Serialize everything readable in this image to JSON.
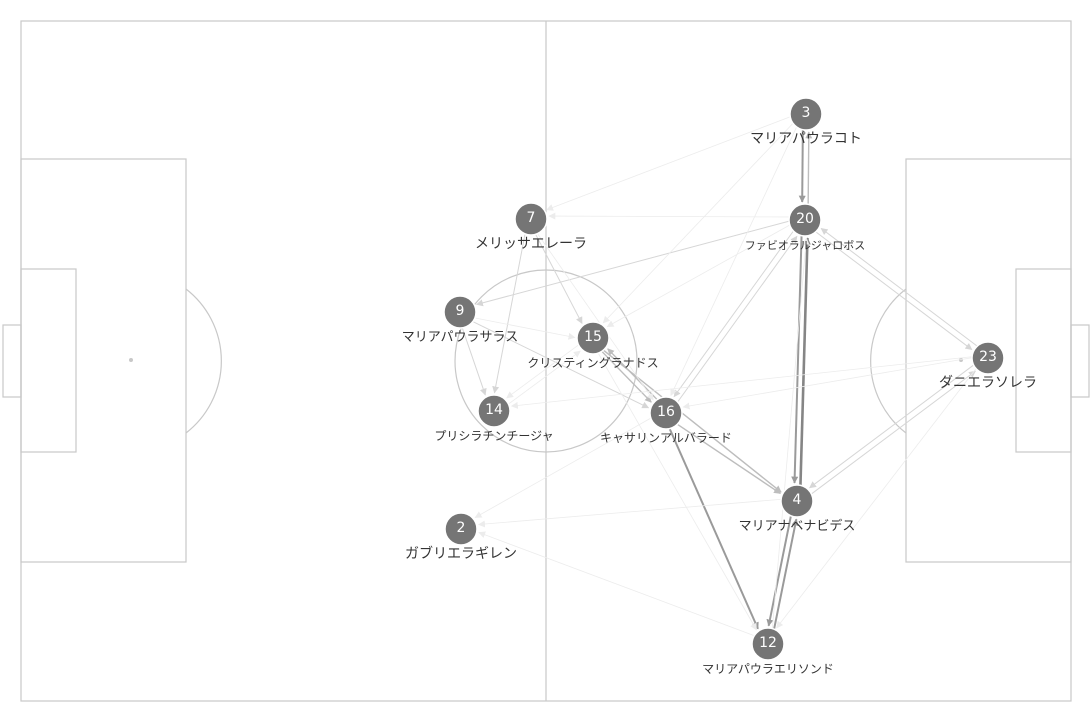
{
  "players": [
    {
      "id": "p3",
      "number": "3",
      "name": "マリアパウラコト"
    },
    {
      "id": "p20",
      "number": "20",
      "name": "ファビオラルジャロボス"
    },
    {
      "id": "p7",
      "number": "7",
      "name": "メリッサエレーラ"
    },
    {
      "id": "p9",
      "number": "9",
      "name": "マリアパウラサラス"
    },
    {
      "id": "p15",
      "number": "15",
      "name": "クリスティングラナドス"
    },
    {
      "id": "p16",
      "number": "16",
      "name": "キャサリンアルバラード"
    },
    {
      "id": "p14",
      "number": "14",
      "name": "プリシラチンチージャ"
    },
    {
      "id": "p2",
      "number": "2",
      "name": "ガブリエラギレン"
    },
    {
      "id": "p4",
      "number": "4",
      "name": "マリアナベナビデス"
    },
    {
      "id": "p12",
      "number": "12",
      "name": "マリアパウラエリソンド"
    },
    {
      "id": "p23",
      "number": "23",
      "name": "ダニエラソレラ"
    }
  ],
  "passes": [
    {
      "from": "p3",
      "to": "p20",
      "strength": 3
    },
    {
      "from": "p20",
      "to": "p3",
      "strength": 2
    },
    {
      "from": "p20",
      "to": "p4",
      "strength": 3
    },
    {
      "from": "p4",
      "to": "p20",
      "strength": 4
    },
    {
      "from": "p4",
      "to": "p12",
      "strength": 3
    },
    {
      "from": "p12",
      "to": "p4",
      "strength": 3
    },
    {
      "from": "p16",
      "to": "p12",
      "strength": 3
    },
    {
      "from": "p15",
      "to": "p16",
      "strength": 2
    },
    {
      "from": "p16",
      "to": "p15",
      "strength": 2
    },
    {
      "from": "p16",
      "to": "p4",
      "strength": 2
    },
    {
      "from": "p15",
      "to": "p4",
      "strength": 2
    },
    {
      "from": "p20",
      "to": "p23",
      "strength": 1
    },
    {
      "from": "p23",
      "to": "p20",
      "strength": 1
    },
    {
      "from": "p23",
      "to": "p4",
      "strength": 1
    },
    {
      "from": "p4",
      "to": "p23",
      "strength": 1
    },
    {
      "from": "p20",
      "to": "p9",
      "strength": 1
    },
    {
      "from": "p7",
      "to": "p15",
      "strength": 1
    },
    {
      "from": "p7",
      "to": "p14",
      "strength": 1
    },
    {
      "from": "p9",
      "to": "p14",
      "strength": 1
    },
    {
      "from": "p9",
      "to": "p16",
      "strength": 1
    },
    {
      "from": "p20",
      "to": "p16",
      "strength": 1
    },
    {
      "from": "p16",
      "to": "p20",
      "strength": 1
    },
    {
      "from": "p12",
      "to": "p2",
      "strength": 0
    },
    {
      "from": "p4",
      "to": "p2",
      "strength": 0
    },
    {
      "from": "p3",
      "to": "p7",
      "strength": 0
    },
    {
      "from": "p3",
      "to": "p15",
      "strength": 0
    },
    {
      "from": "p3",
      "to": "p16",
      "strength": 0
    },
    {
      "from": "p20",
      "to": "p7",
      "strength": 0
    },
    {
      "from": "p20",
      "to": "p15",
      "strength": 0
    },
    {
      "from": "p23",
      "to": "p16",
      "strength": 0
    },
    {
      "from": "p23",
      "to": "p14",
      "strength": 0
    },
    {
      "from": "p16",
      "to": "p2",
      "strength": 0
    },
    {
      "from": "p15",
      "to": "p14",
      "strength": 0
    },
    {
      "from": "p14",
      "to": "p15",
      "strength": 0
    },
    {
      "from": "p15",
      "to": "p12",
      "strength": 0
    },
    {
      "from": "p12",
      "to": "p20",
      "strength": 0
    },
    {
      "from": "p23",
      "to": "p12",
      "strength": 0
    },
    {
      "from": "p7",
      "to": "p16",
      "strength": 0
    },
    {
      "from": "p9",
      "to": "p15",
      "strength": 0
    }
  ],
  "colors": {
    "pitch_line": "#c8c8c8",
    "node_fill": "#757575",
    "node_stroke": "#ffffff",
    "label": "#333333"
  }
}
